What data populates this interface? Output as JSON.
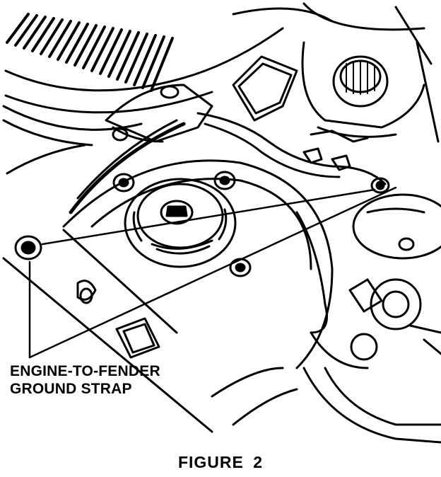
{
  "callout": {
    "line1": "ENGINE-TO-FENDER",
    "line2": "GROUND STRAP"
  },
  "caption": "FIGURE  2",
  "colors": {
    "ink": "#000000",
    "paper": "#ffffff"
  },
  "icons": [
    "ground-strap-bolt-icon",
    "strut-mount-icon",
    "reservoir-cap-icon"
  ]
}
